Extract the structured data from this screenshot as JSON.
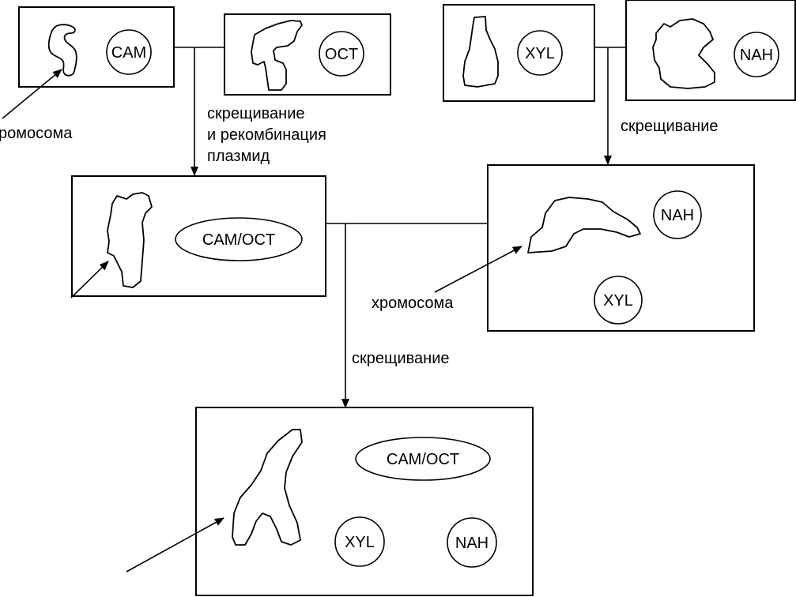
{
  "plasmids": {
    "cam": "CAM",
    "oct": "OCT",
    "xyl": "XYL",
    "nah": "NAH",
    "cam_oct": "CAM/OCT"
  },
  "labels": {
    "chromosome": "хромосома",
    "chromosome_cut": "ромосома",
    "crossing": "скрещивание",
    "crossing_recomb_1": "скрещивание",
    "crossing_recomb_2": "и рекомбинация",
    "crossing_recomb_3": "плазмид"
  },
  "colors": {
    "stroke": "#000000",
    "background": "#ffffff"
  }
}
